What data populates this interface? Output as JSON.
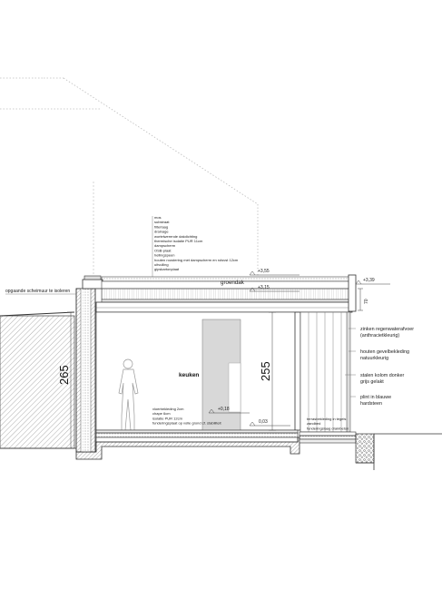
{
  "layers_list": [
    "mos",
    "substraat",
    "filterlaag",
    "drainage",
    "wortelwerende dakdichting",
    "thermische isolatie PUR 11cm",
    "dampscherm",
    "OSB-plaat",
    "hellingspeen",
    "houten roostering met dampscherm en rolsvst 12cm",
    "uitvulling",
    "gipskartonplaat"
  ],
  "labels": {
    "roof": "groendak",
    "room": "keuken",
    "existing_wall": "opgaande scheimuur te isoleren",
    "gutter_line1": "zinken regenwaterafvoer",
    "gutter_line2": "(anthracietkleurig)",
    "cladding_line1": "houten gevelbekleding",
    "cladding_line2": "natuurkleurig",
    "column_line1": "stalen kolom donker",
    "column_line2": "grijs gelakt",
    "plinth_line1": "plint in blauwe",
    "plinth_line2": "hardsteen"
  },
  "floor_build": [
    "vloerbekleding 2cm",
    "chape 6cm",
    "isolatie PUR 12cm",
    "funderingsplaat op volle grond cf. stabiliteit"
  ],
  "terrace_build": [
    "terrasbekleding in tegels",
    "zandbed",
    "funderingslaag drainbeton"
  ],
  "levels": {
    "roof_top": "+3,55",
    "roof_bottom": "+3,15",
    "right_top": "+3,39",
    "floor": "+0,18",
    "ground": "0,03"
  },
  "dimensions": {
    "wall_height": "265",
    "room_height": "255",
    "fascia": "70"
  }
}
